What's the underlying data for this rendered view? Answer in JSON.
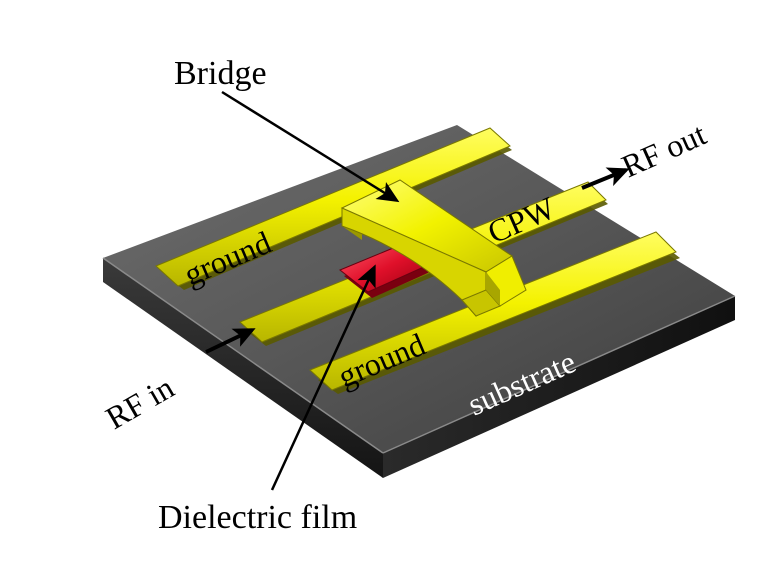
{
  "diagram": {
    "labels": {
      "bridge": "Bridge",
      "rf_out": "RF out",
      "cpw": "CPW",
      "ground_top": "ground",
      "ground_bottom": "ground",
      "rf_in": "RF in",
      "substrate": "substrate",
      "dielectric_film": "Dielectric film"
    },
    "colors": {
      "substrate_top": "#5a5a5a",
      "substrate_side": "#2b2b2b",
      "conductor": "#f2f200",
      "conductor_shadow": "#8c8c00",
      "dielectric": "#e0102a",
      "label_dark": "#000000",
      "label_light": "#ffffff"
    }
  }
}
